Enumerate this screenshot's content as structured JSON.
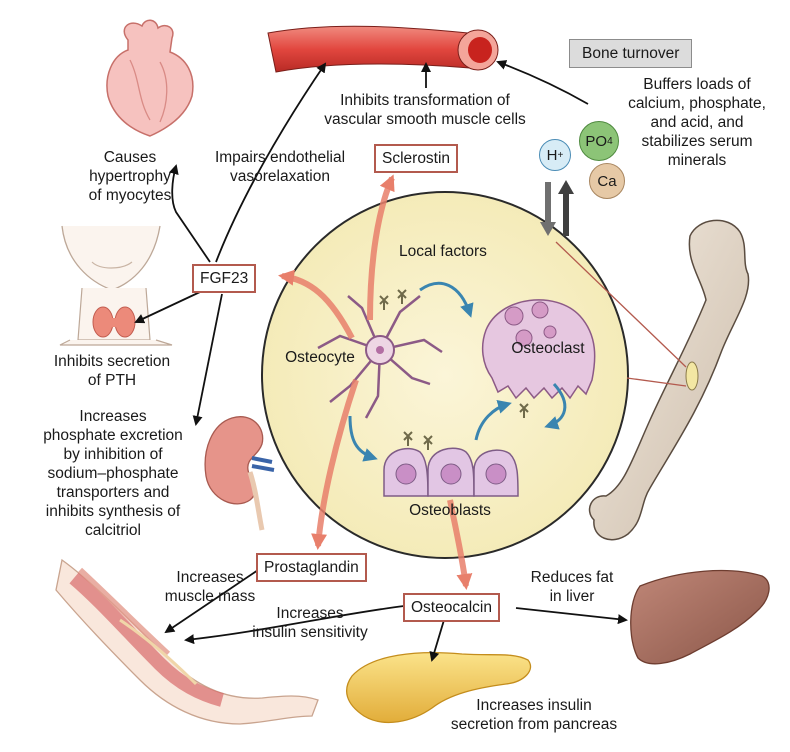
{
  "bone_turnover": {
    "title": "Bone turnover",
    "description": [
      "Buffers loads of",
      "calcium, phosphate,",
      "and acid, and",
      "stabilizes serum",
      "minerals"
    ],
    "ions": {
      "h": "H",
      "h_sup": "+",
      "po": "PO",
      "po_sub": "4",
      "ca": "Ca"
    }
  },
  "center": {
    "local_factors": "Local factors",
    "osteocyte": "Osteocyte",
    "osteoclast": "Osteoclast",
    "osteoblasts": "Osteoblasts"
  },
  "factors": {
    "sclerostin": "Sclerostin",
    "fgf23": "FGF23",
    "prostaglandin": "Prostaglandin",
    "osteocalcin": "Osteocalcin"
  },
  "effects": {
    "vascular": [
      "Inhibits transformation of",
      "vascular smooth muscle cells"
    ],
    "endothelial": [
      "Impairs endothelial",
      "vasorelaxation"
    ],
    "heart": [
      "Causes",
      "hypertrophy",
      "of myocytes"
    ],
    "pth": [
      "Inhibits secretion",
      "of PTH"
    ],
    "kidney": [
      "Increases",
      "phosphate excretion",
      "by inhibition of",
      "sodium–phosphate",
      "transporters and",
      "inhibits synthesis of",
      "calcitriol"
    ],
    "muscle_mass": [
      "Increases",
      "muscle mass"
    ],
    "insulin_sensitivity": [
      "Increases",
      "insulin sensitivity"
    ],
    "liver": [
      "Reduces fat",
      "in liver"
    ],
    "pancreas": [
      "Increases insulin",
      "secretion from pancreas"
    ]
  },
  "colors": {
    "circle_fill": "#f7efbf",
    "box_border": "#b35a4e",
    "organ_pink": "#f2b9b7",
    "bone": "#eadfd3",
    "arrow_blue": "#3a85b0",
    "arrow_salmon": "#e87f6b"
  }
}
